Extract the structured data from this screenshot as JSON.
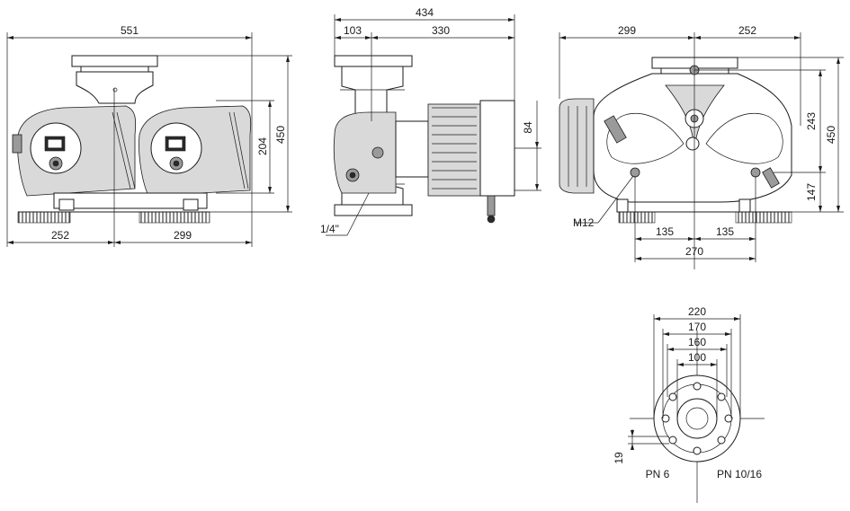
{
  "front_view": {
    "overall_width": "551",
    "height": "450",
    "motor_height": "204",
    "left_span": "252",
    "right_span": "299"
  },
  "side_view": {
    "overall_length": "434",
    "flange_offset": "103",
    "motor_length": "330",
    "motor_height": "84",
    "thread_size": "1/4\""
  },
  "rear_view": {
    "left_span": "299",
    "right_span": "252",
    "height": "450",
    "upper_height": "243",
    "lower_height": "147",
    "bolt_thread": "M12",
    "foot_left": "135",
    "foot_right": "135",
    "foot_total": "270"
  },
  "flange_view": {
    "d220": "220",
    "d170": "170",
    "d160": "160",
    "d100": "100",
    "hole": "19",
    "pn6": "PN 6",
    "pn1016": "PN 10/16"
  }
}
